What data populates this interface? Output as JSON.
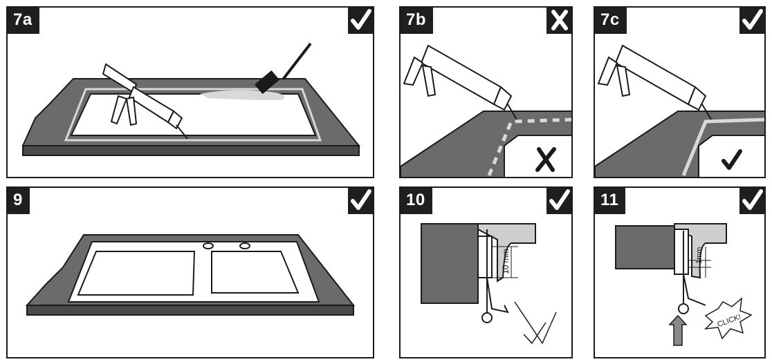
{
  "colors": {
    "ink": "#1a1a1a",
    "counter": "#6b6b6b",
    "counter_edge": "#4a4a4a",
    "light": "#cfcfcf",
    "marker_bg": "#1f1f1f"
  },
  "panels": [
    {
      "id": "7a",
      "label": "7a",
      "mark": "check-icon"
    },
    {
      "id": "7b",
      "label": "7b",
      "mark": "cross-icon",
      "inner_mark": "cross-icon"
    },
    {
      "id": "7c",
      "label": "7c",
      "mark": "check-icon",
      "inner_mark": "check-icon"
    },
    {
      "id": "9",
      "label": "9",
      "mark": "check-icon"
    },
    {
      "id": "10",
      "label": "10",
      "mark": "check-icon",
      "dimension": "10 mm",
      "inner_mark": "check-icon"
    },
    {
      "id": "11",
      "label": "11",
      "mark": "check-icon",
      "dimension": "1mm",
      "callout": "CLICK!"
    }
  ]
}
